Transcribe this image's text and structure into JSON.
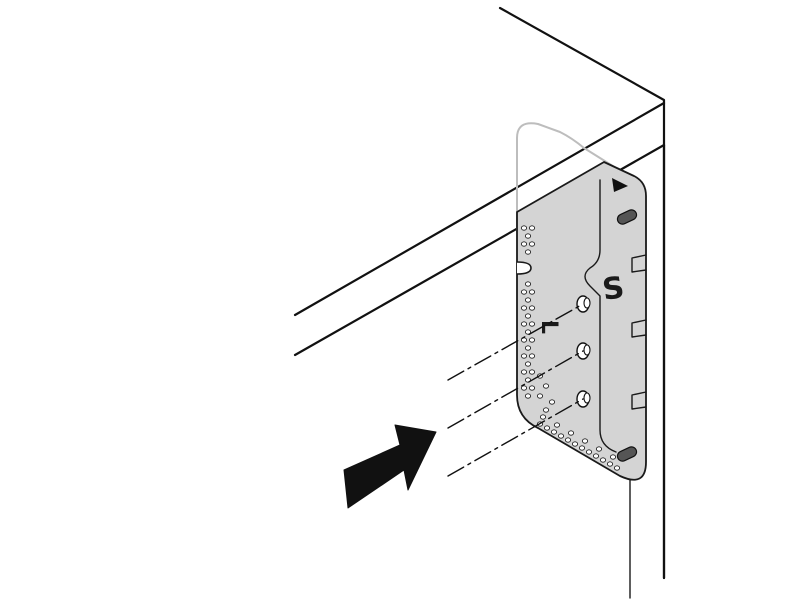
{
  "figure": {
    "kind": "assembly-instruction",
    "jig_letters": {
      "primary": "S",
      "secondary": "L"
    },
    "colors": {
      "outline": "#111111",
      "jig_fill": "#d4d4d4",
      "ghost_outline": "#bdbdbd",
      "arrow_fill": "#111111",
      "background": "#ffffff"
    },
    "icons": {
      "direction": "push-arrow-icon",
      "pegs": "dowel-peg-icon"
    }
  }
}
